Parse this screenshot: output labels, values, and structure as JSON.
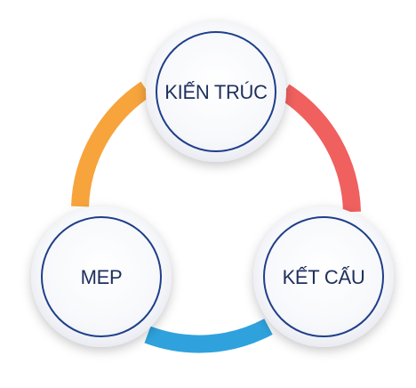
{
  "diagram": {
    "nodes": [
      {
        "id": "kien-truc",
        "label": "KIẾN TRÚC"
      },
      {
        "id": "ket-cau",
        "label": "KẾT CẤU"
      },
      {
        "id": "mep",
        "label": "MEP"
      }
    ],
    "arcs": [
      {
        "from": "kien-truc",
        "to": "ket-cau",
        "color": "#f0605f"
      },
      {
        "from": "ket-cau",
        "to": "mep",
        "color": "#2fa2dd"
      },
      {
        "from": "mep",
        "to": "kien-truc",
        "color": "#f7a43c"
      }
    ],
    "colors": {
      "node_fill": "#ffffff",
      "node_ring": "#1f3f8a",
      "text": "#1d2f5c"
    }
  }
}
